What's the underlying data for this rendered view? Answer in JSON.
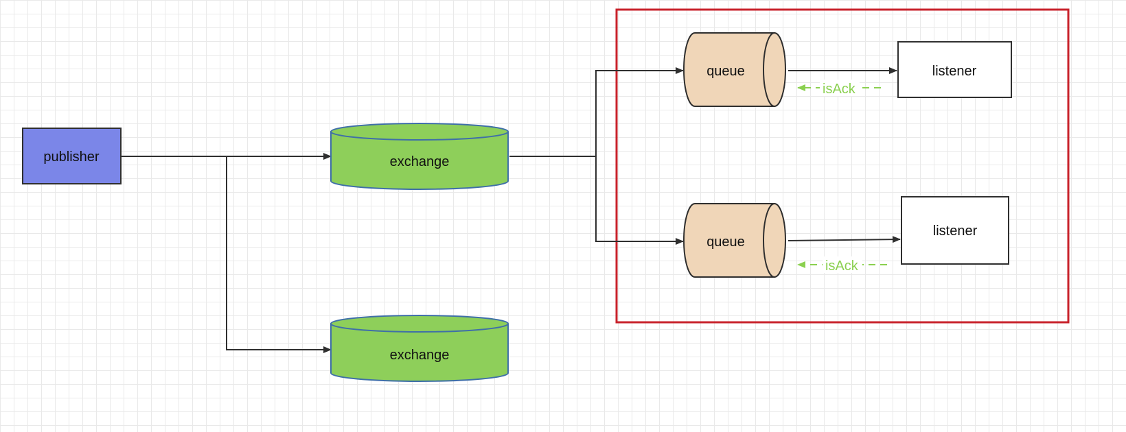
{
  "colors": {
    "publisher_fill": "#7b86e8",
    "exchange_fill": "#8ecf5a",
    "exchange_stroke": "#3f6fa8",
    "queue_fill": "#f0d6b8",
    "listener_fill": "#ffffff",
    "highlight_border": "#c8222b",
    "ack_color": "#8ad04f",
    "line_color": "#2f2f2f"
  },
  "nodes": {
    "publisher": {
      "label": "publisher"
    },
    "exchange_top": {
      "label": "exchange"
    },
    "exchange_bottom": {
      "label": "exchange"
    },
    "queue_top": {
      "label": "queue"
    },
    "queue_bottom": {
      "label": "queue"
    },
    "listener_top": {
      "label": "listener"
    },
    "listener_bottom": {
      "label": "listener"
    }
  },
  "ack_labels": {
    "top": "isAck",
    "bottom": "isAck"
  }
}
